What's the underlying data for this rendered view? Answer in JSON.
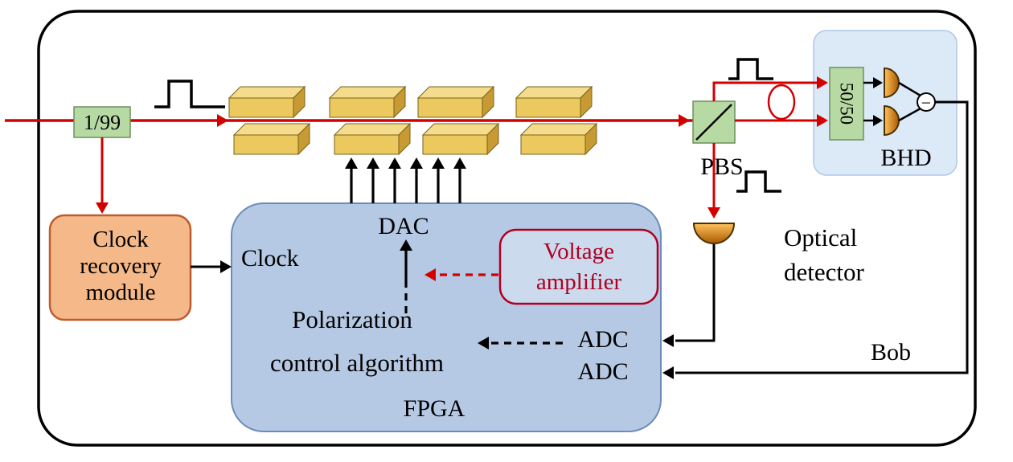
{
  "diagram": {
    "kind": "optical-experiment-schematic",
    "labels": {
      "splitter": "1/99",
      "pbs": "PBS",
      "coupler": "50/50",
      "bhd": "BHD",
      "optical_detector_l1": "Optical",
      "optical_detector_l2": "detector",
      "clock_recovery_l1": "Clock",
      "clock_recovery_l2": "recovery",
      "clock_recovery_l3": "module",
      "fpga_clock": "Clock",
      "dac": "DAC",
      "algorithm_l1": "Polarization",
      "algorithm_l2": "control algorithm",
      "adc_1": "ADC",
      "adc_2": "ADC",
      "fpga": "FPGA",
      "voltage_amp_l1": "Voltage",
      "voltage_amp_l2": "amplifier",
      "bob": "Bob",
      "minus": "−"
    },
    "colors": {
      "optical_path_red": "#d40000",
      "signal_path_black": "#000000",
      "splitter_green": "#b7d9a3",
      "piezo_yellow_front": "#ecc95f",
      "piezo_yellow_top": "#f4dc8c",
      "piezo_yellow_side": "#c79a33",
      "fpga_blue": "#b6c9e4",
      "bhd_panel_blue": "#dce9f6",
      "clock_recovery_orange": "#f5b888",
      "clock_recovery_border": "#bf5b2e",
      "detector_orange": "#e89000",
      "voltage_amp_red": "#b00020"
    }
  }
}
